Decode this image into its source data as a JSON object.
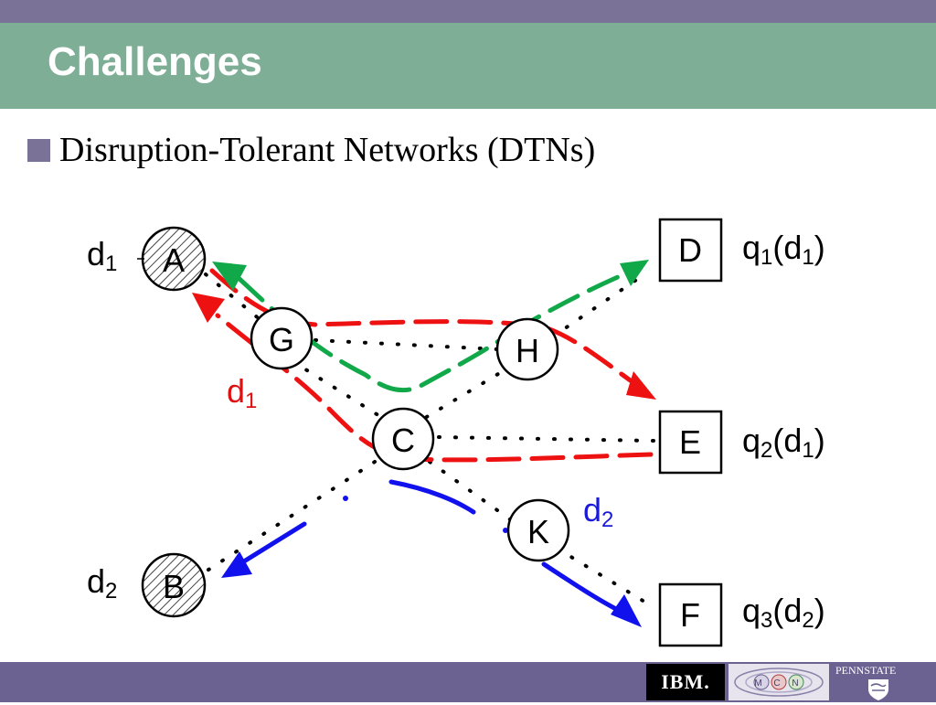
{
  "slide": {
    "title": "Challenges",
    "bullet": "Disruption-Tolerant Networks (DTNs)"
  },
  "diagram": {
    "nodes": {
      "A": "A",
      "B": "B",
      "G": "G",
      "H": "H",
      "C": "C",
      "K": "K",
      "D": "D",
      "E": "E",
      "F": "F"
    },
    "labels": {
      "d1_main": "d",
      "d1_main_sub": "1",
      "d2_main": "d",
      "d2_main_sub": "2",
      "d1_red": "d",
      "d1_red_sub": "1",
      "d2_blue": "d",
      "d2_blue_sub": "2",
      "q1": "q",
      "q1_sub": "1",
      "q1_arg": "(d",
      "q1_arg_sub": "1",
      "q1_close": ")",
      "q2": "q",
      "q2_sub": "2",
      "q2_arg": "(d",
      "q2_arg_sub": "1",
      "q2_close": ")",
      "q3": "q",
      "q3_sub": "3",
      "q3_arg": "(d",
      "q3_arg_sub": "2",
      "q3_close": ")"
    },
    "colors": {
      "red_path": "#ee1111",
      "green_path": "#11a84a",
      "blue_path": "#1111ee",
      "d1_red_label": "#dd1111",
      "d2_blue_label": "#1a1ad8"
    }
  },
  "footer": {
    "ibm_text": "IBM.",
    "mcn_text": "M C N",
    "psu_text": "PENNSTATE"
  }
}
